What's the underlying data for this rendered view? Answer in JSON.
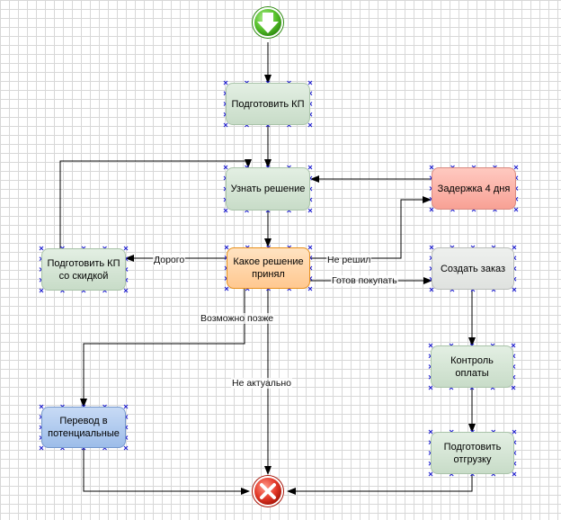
{
  "nodes": {
    "prepare_kp": "Подготовить КП",
    "find_decision": "Узнать решение",
    "delay": "Задержка 4 дня",
    "discount_kp": "Подготовить КП со скидкой",
    "decision": "Какое решение принял",
    "create_order": "Создать заказ",
    "payment_control": "Контроль оплаты",
    "potential": "Перевод в потенциальные",
    "prepare_shipment": "Подготовить отгрузку"
  },
  "edges": {
    "expensive": "Дорого",
    "not_decided": "Не решил",
    "ready_to_buy": "Готов покупать",
    "maybe_later": "Возможно позже",
    "not_relevant": "Не актуально"
  },
  "icons": {
    "start": "green-circle-down-arrow-icon",
    "end": "red-circle-x-icon"
  },
  "colors": {
    "green_node": "#d3e5d3",
    "orange_node": "#ffd4a3",
    "pink_node": "#f8a99e",
    "blue_node": "#aac6ee",
    "gray_node": "#e6e8e6",
    "marker": "#2020d0"
  }
}
